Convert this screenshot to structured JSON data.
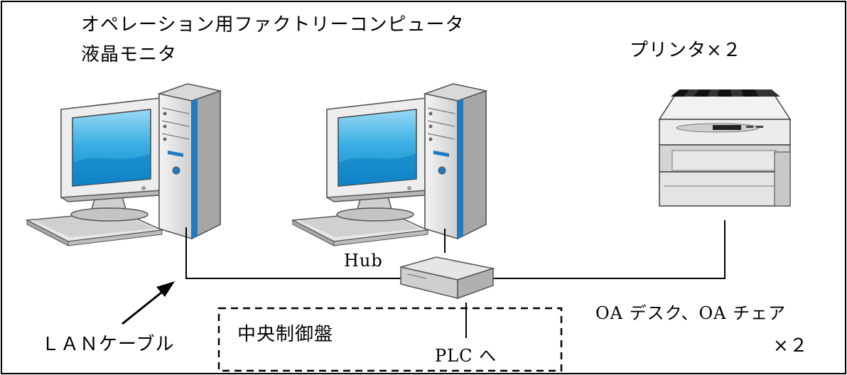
{
  "labels": {
    "pc_title": "オペレーション用ファクトリーコンピュータ",
    "monitor": "液晶モニタ",
    "printer": "プリンタ×２",
    "hub": "Hub",
    "lan_cable": "ＬＡＮケーブル",
    "control_panel": "中央制御盤",
    "to_plc": "PLC へ",
    "oa_furniture": "OA デスク、OA チェア",
    "oa_count": "×２"
  },
  "icons": {
    "computer": "desktop-computer-icon",
    "printer": "laser-printer-icon",
    "hub": "network-hub-icon"
  },
  "colors": {
    "frame": "#000000",
    "screen": "#1a9ad6",
    "screen_light": "#7fd0f2",
    "tower_accent": "#1f7ac4",
    "casing": "#e6e6e6",
    "casing_dark": "#9a9a9a"
  }
}
